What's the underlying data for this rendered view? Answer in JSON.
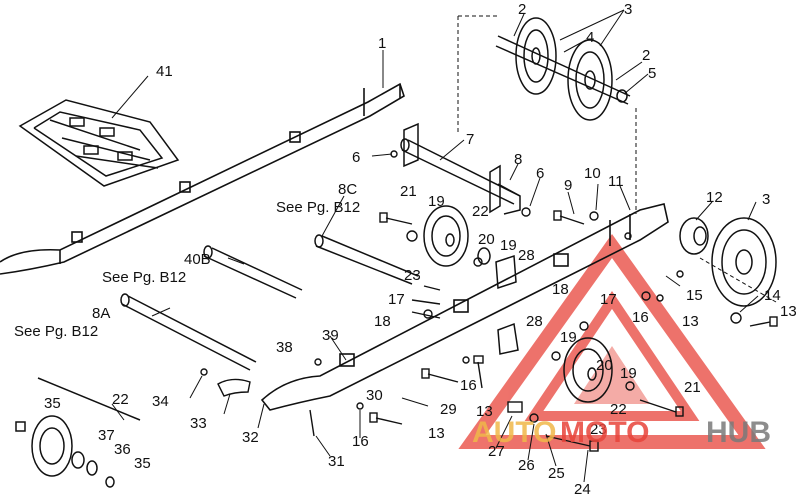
{
  "callouts": [
    "1",
    "2",
    "3",
    "4",
    "2",
    "5",
    "7",
    "6",
    "8",
    "6",
    "9",
    "10",
    "11",
    "12",
    "3",
    "41",
    "8C",
    "21",
    "19",
    "22",
    "20",
    "19",
    "28",
    "23",
    "17",
    "18",
    "18",
    "17",
    "15",
    "14",
    "13",
    "16",
    "13",
    "40B",
    "8A",
    "39",
    "38",
    "28",
    "19",
    "20",
    "19",
    "21",
    "22",
    "30",
    "16",
    "34",
    "33",
    "32",
    "29",
    "16",
    "13",
    "13",
    "23",
    "27",
    "26",
    "25",
    "24",
    "31",
    "35",
    "22",
    "37",
    "36",
    "35"
  ],
  "references": [
    "See Pg. B12",
    "See Pg. B12",
    "See Pg. B12"
  ],
  "watermark": {
    "part1": "AUTO",
    "part2": "MOTO",
    "part3": "HUB",
    "color_primary": "#e8443a",
    "color_secondary": "#f0b84a",
    "color_tertiary": "#7a7a7a"
  }
}
